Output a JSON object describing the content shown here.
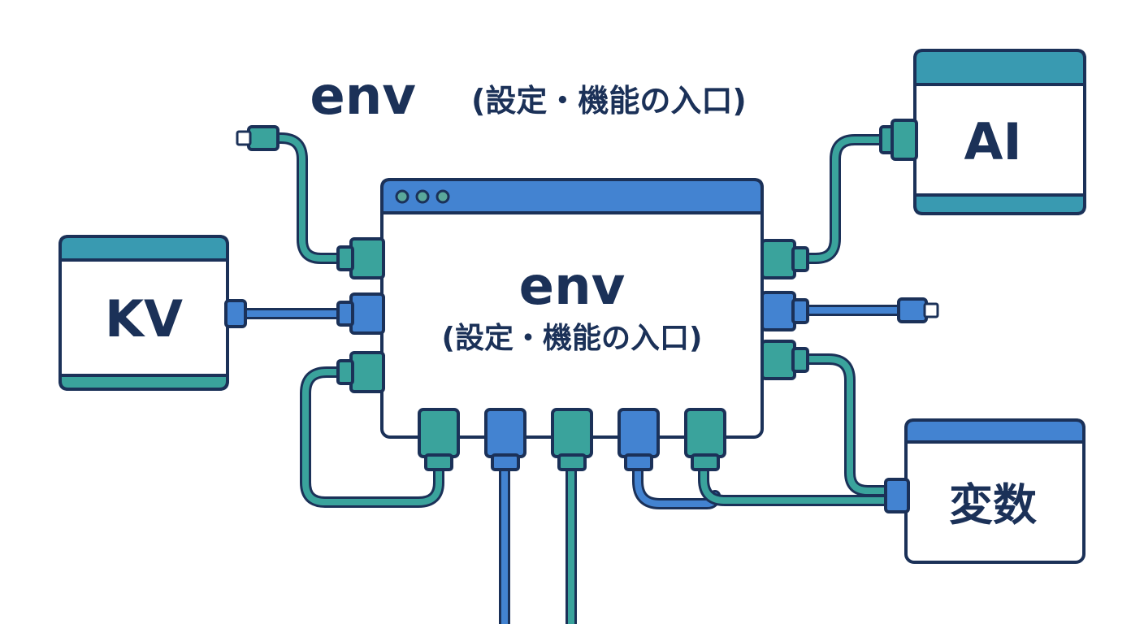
{
  "title": {
    "main": "env",
    "sub": "(設定・機能の入口)"
  },
  "hub": {
    "main": "env",
    "sub": "(設定・機能の入口)",
    "window_dots": 3
  },
  "modules": {
    "kv": "KV",
    "ai": "AI",
    "variables": "変数"
  },
  "colors": {
    "outline": "#1b3158",
    "teal": "#3aa39c",
    "teal_header": "#399ab1",
    "blue": "#4383d1",
    "text": "#1b3158",
    "background": "#ffffff"
  }
}
